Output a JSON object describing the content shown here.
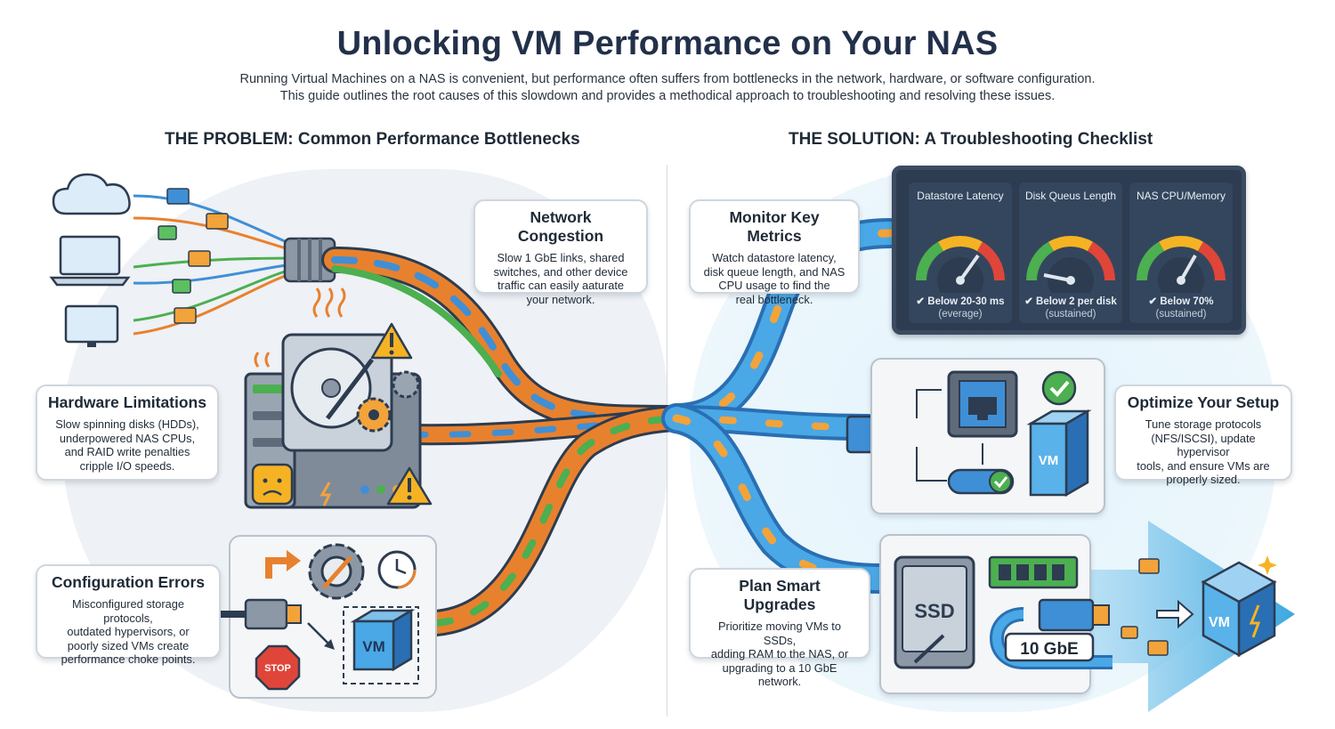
{
  "header": {
    "title": "Unlocking VM Performance on Your NAS",
    "subtitle_line1": "Running Virtual Machines on a NAS is convenient, but performance often suffers from bottlenecks in the network, hardware, or software configuration.",
    "subtitle_line2": "This guide outlines the root causes of this slowdown and provides a methodical approach to troubleshooting and resolving these issues."
  },
  "problem": {
    "heading": "THE PROBLEM: Common Performance Bottlenecks",
    "network": {
      "title": "Network Congestion",
      "text": [
        "Slow 1 GbE links, shared",
        "switches, and other device",
        "traffic can easily aaturate",
        "your network."
      ]
    },
    "hardware": {
      "title": "Hardware Limitations",
      "text": [
        "Slow spinning disks (HDDs),",
        "underpowered NAS CPUs,",
        "and RAID write penalties",
        "cripple I/O speeds."
      ]
    },
    "config": {
      "title": "Configuration Errors",
      "text": [
        "Misconfigured storage protocols,",
        "outdated hypervisors, or",
        "poorly sized VMs create",
        "performance choke points."
      ]
    },
    "labels": {
      "vm": "VM",
      "stop": "STOP"
    }
  },
  "solution": {
    "heading": "THE SOLUTION: A Troubleshooting Checklist",
    "monitor": {
      "title": "Monitor Key Metrics",
      "text": [
        "Watch datastore latency,",
        "disk queue length, and NAS",
        "CPU usage to find the",
        "real bottleneck."
      ]
    },
    "optimize": {
      "title": "Optimize Your Setup",
      "text": [
        "Tune storage protocols",
        "(NFS/ISCSI), update hypervisor",
        "tools, and ensure VMs are",
        "properly sized."
      ]
    },
    "upgrade": {
      "title": "Plan Smart Upgrades",
      "text": [
        "Prioritize moving VMs to SSDs,",
        "adding RAM to the NAS, or",
        "upgrading to a 10 GbE network."
      ]
    },
    "gauges": [
      {
        "label": "Datastore Latency",
        "value": "Below 20-30 ms",
        "note": "(everage)"
      },
      {
        "label": "Disk Queus Length",
        "value": "Below 2 per disk",
        "note": "(sustained)"
      },
      {
        "label": "NAS CPU/Memory",
        "value": "Below 70%",
        "note": "(sustained)"
      }
    ],
    "labels": {
      "vm": "VM",
      "ssd": "SSD",
      "net": "10 GbE"
    }
  },
  "colors": {
    "orange": "#e8812e",
    "green": "#4caf50",
    "blue": "#3f8fd6",
    "navy": "#2d3c50",
    "warning": "#f5b324"
  }
}
